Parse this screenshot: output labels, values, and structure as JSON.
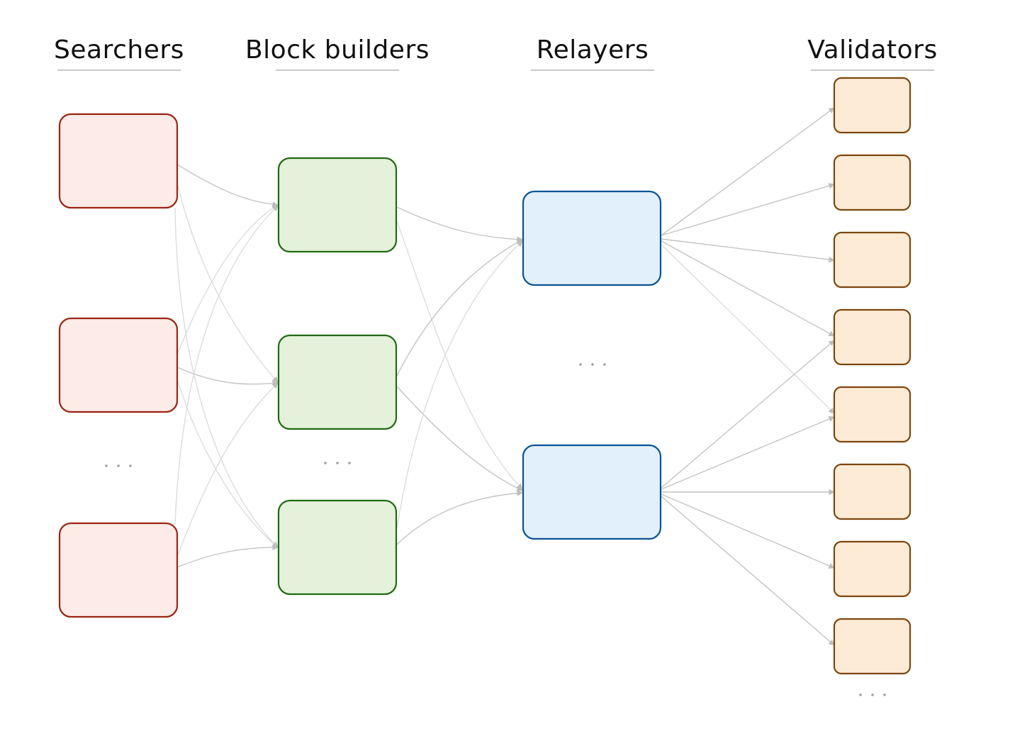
{
  "columns": [
    {
      "title": "Searchers"
    },
    {
      "title": "Block builders"
    },
    {
      "title": "Relayers"
    },
    {
      "title": "Validators"
    }
  ],
  "colors": {
    "searcher_fill": "#fcebe6",
    "searcher_stroke": "#9b2412",
    "builder_fill": "#e5f2db",
    "builder_stroke": "#1f6a12",
    "relayer_fill": "#e2f0fb",
    "relayer_stroke": "#0a5394",
    "validator_fill": "#fdebd5",
    "validator_stroke": "#7d4610",
    "edge": "#c4c4c4",
    "underline": "#c8c8c8"
  }
}
